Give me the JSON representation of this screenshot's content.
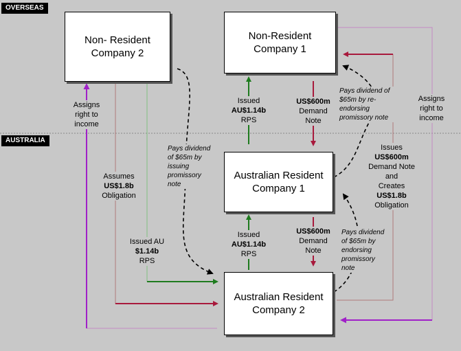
{
  "regions": {
    "overseas": "OVERSEAS",
    "australia": "AUSTRALIA"
  },
  "entities": {
    "nrc2": {
      "line1": "Non- Resident",
      "line2": "Company 2"
    },
    "nrc1": {
      "line1": "Non-Resident",
      "line2": "Company 1"
    },
    "arc1": {
      "line1": "Australian Resident",
      "line2": "Company 1"
    },
    "arc2": {
      "line1": "Australian Resident",
      "line2": "Company 2"
    }
  },
  "labels": {
    "assigns_left": {
      "l1": "Assigns",
      "l2": "right to",
      "l3": "income"
    },
    "assigns_right": {
      "l1": "Assigns",
      "l2": "right to",
      "l3": "income"
    },
    "assumes": {
      "l1": "Assumes",
      "l2": "US$1.8b",
      "l3": "Obligation"
    },
    "issued_au_left": {
      "l1": "Issued AU",
      "l2": "$1.14b",
      "l3": "RPS"
    },
    "issued_top": {
      "l1": "Issued",
      "l2": "AU$1.14b",
      "l3": "RPS"
    },
    "demand_top": {
      "l1": "US$600m",
      "l2": "Demand",
      "l3": "Note"
    },
    "issued_mid": {
      "l1": "Issued",
      "l2": "AU$1.14b",
      "l3": "RPS"
    },
    "demand_mid": {
      "l1": "US$600m",
      "l2": "Demand",
      "l3": "Note"
    },
    "issues": {
      "l1": "Issues",
      "l2": "US$600m",
      "l3": "Demand Note",
      "l4": "and",
      "l5": "Creates",
      "l6": "US$1.8b",
      "l7": "Obligation"
    },
    "div_top": {
      "l1": "Pays dividend of",
      "l2": "$65m by re-",
      "l3": "endorsing",
      "l4": "promissory note"
    },
    "div_left": {
      "l1": "Pays dividend",
      "l2": "of $65m  by",
      "l3": "issuing",
      "l4": "promissory",
      "l5": "note"
    },
    "div_right": {
      "l1": "Pays dividend",
      "l2": "of $65m by",
      "l3": "endorsing",
      "l4": "promissory",
      "l5": "note"
    }
  },
  "colors": {
    "green": "#1e7b1e",
    "crimson": "#a8193c",
    "purple": "#a020c8",
    "thin_line": "#b07a7a",
    "thin_green": "#7fbf7f",
    "thin_purple": "#c48ac4",
    "divider": "#888888"
  }
}
